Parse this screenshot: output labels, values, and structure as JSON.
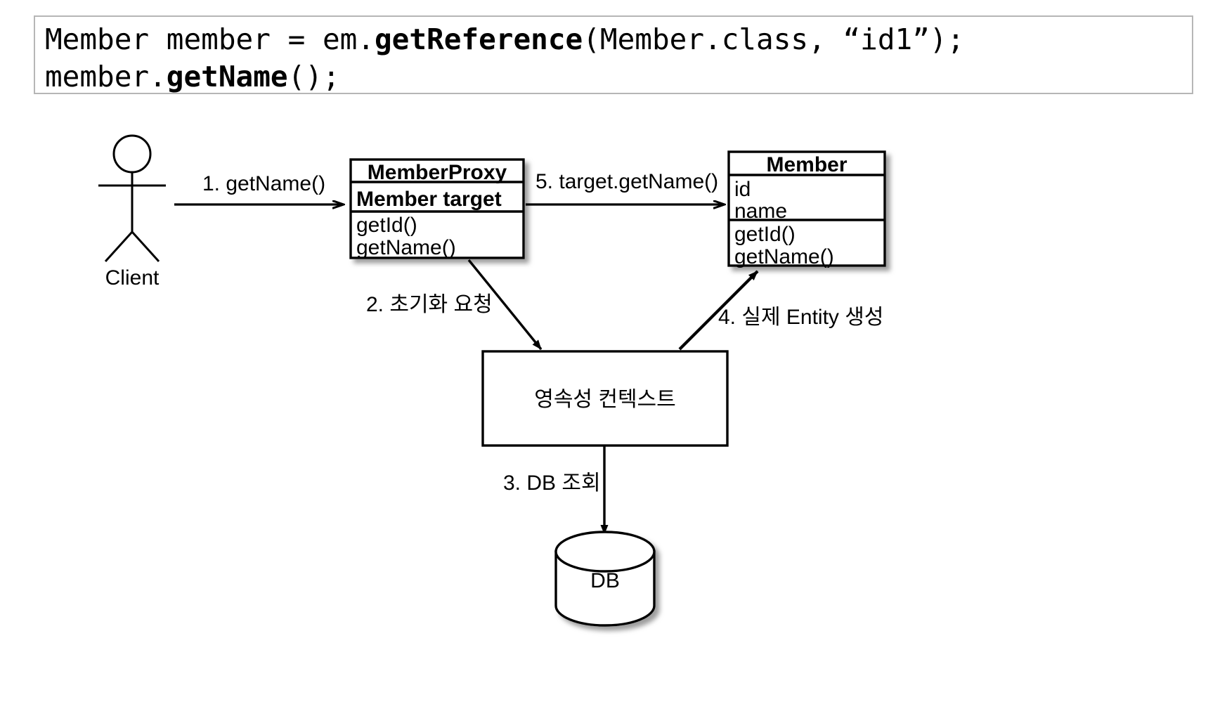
{
  "code": {
    "line1_pre": "Member member = em.",
    "line1_bold": "getReference",
    "line1_post": "(Member.class, “id1”);",
    "line2_pre": "member.",
    "line2_bold": "getName",
    "line2_post": "();"
  },
  "diagram": {
    "actor": {
      "label": "Client"
    },
    "proxy_class": {
      "title": "MemberProxy",
      "field": "Member target",
      "methods": [
        "getId()",
        "getName()"
      ]
    },
    "member_class": {
      "title": "Member",
      "attributes": [
        "id",
        "name"
      ],
      "methods": [
        "getId()",
        "getName()"
      ]
    },
    "context_box": {
      "label": "영속성 컨텍스트"
    },
    "database": {
      "label": "DB"
    },
    "edges": [
      {
        "id": "edge-1",
        "label": "1. getName()"
      },
      {
        "id": "edge-5",
        "label": "5. target.getName()"
      },
      {
        "id": "edge-2",
        "label": "2. 초기화 요청"
      },
      {
        "id": "edge-4",
        "label": "4. 실제 Entity 생성"
      },
      {
        "id": "edge-3",
        "label": "3. DB 조회"
      }
    ]
  },
  "colors": {
    "line": "#000000",
    "shape_fill": "#ffffff",
    "code_border": "#b6b6b6",
    "shadow": "#9a9a9a"
  }
}
